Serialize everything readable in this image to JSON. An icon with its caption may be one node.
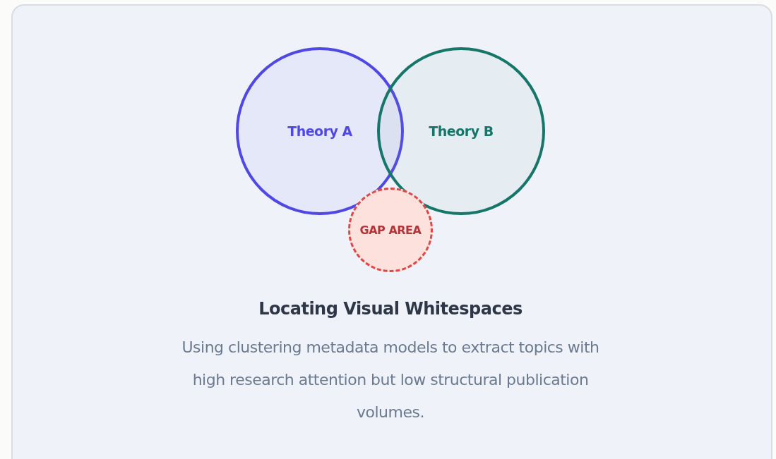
{
  "diagram": {
    "title": "Locating Visual Whitespaces",
    "caption": "Using clustering metadata models to extract topics with high research attention but low structural publication volumes.",
    "nodes": [
      {
        "text": [
          "Theory A"
        ]
      },
      {
        "text": [
          "Theory B"
        ]
      },
      {
        "text": [
          "GAP AREA"
        ]
      }
    ],
    "edges": []
  }
}
